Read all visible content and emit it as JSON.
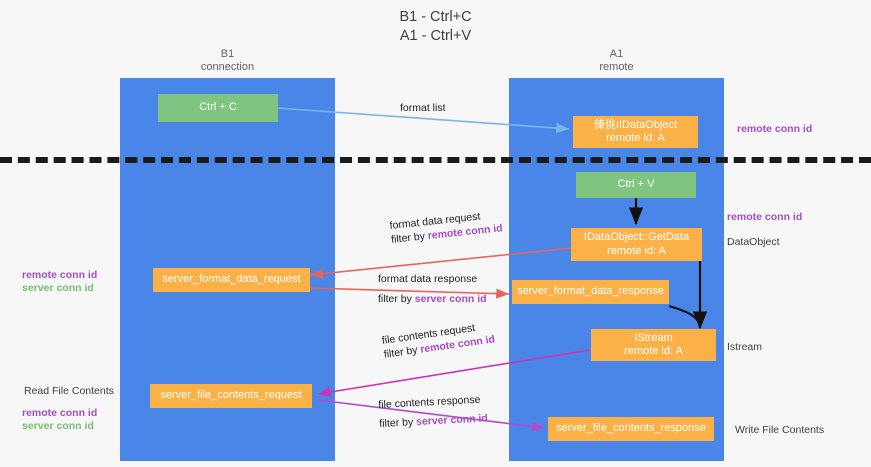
{
  "title": {
    "line1": "B1 - Ctrl+C",
    "line2": "A1 - Ctrl+V"
  },
  "lanes": [
    {
      "id": "b1",
      "name": "B1",
      "subtitle": "connection"
    },
    {
      "id": "a1",
      "name": "A1",
      "subtitle": "remote"
    }
  ],
  "nodes": {
    "ctrl_c": {
      "label": "Ctrl + C",
      "color": "#7fc47f"
    },
    "idataobject": {
      "line1": "倲佻ıIDataObject",
      "line2": "remote id: A",
      "color": "#fbb146"
    },
    "ctrl_v": {
      "label": "Ctrl + V",
      "color": "#7fc47f"
    },
    "getdata": {
      "line1": "IDataObject::GetData",
      "line2": "remote id: A",
      "color": "#fbb146"
    },
    "server_format_data_request": {
      "label": "server_format_data_request",
      "color": "#fbb146"
    },
    "server_format_data_response": {
      "label": "server_format_data_response",
      "color": "#fbb146"
    },
    "istream": {
      "line1": "IStream",
      "line2": "remote id: A",
      "color": "#fbb146"
    },
    "server_file_contents_request": {
      "label": "server_file_contents_request",
      "color": "#fbb146"
    },
    "server_file_contents_response": {
      "label": "server_file_contents_response",
      "color": "#fbb146"
    }
  },
  "arrow_captions": {
    "format_list": {
      "text": "format list",
      "color": "#7eb3e8"
    },
    "format_data_request": {
      "line1": "format data request",
      "line2_prefix": "filter by ",
      "line2_highlight": "remote conn id",
      "color": "#e8645a"
    },
    "format_data_response": {
      "line1": "format data response",
      "line2_prefix": "filter by ",
      "line2_highlight": "server conn id",
      "color": "#e8645a"
    },
    "file_contents_request": {
      "line1": "file contents request",
      "line2_prefix": "filter by ",
      "line2_highlight": "remote conn id",
      "color": "#cc33b5"
    },
    "file_contents_response": {
      "line1": "file contents response",
      "line2_prefix": "filter by ",
      "line2_highlight": "server conn id",
      "color": "#b04bd1"
    }
  },
  "side_labels": {
    "right_remote_conn_id_top": "remote conn id",
    "right_remote_conn_id_mid": "remote conn id",
    "right_dataobject": "DataObject",
    "right_istream": "Istream",
    "right_write_file_contents": "Write File Contents",
    "left_remote_conn_id_mid": "remote conn id",
    "left_server_conn_id_mid": "server conn id",
    "left_read_file_contents": "Read File Contents",
    "left_remote_conn_id_bottom": "remote conn id",
    "left_server_conn_id_bottom": "server conn id"
  },
  "colors": {
    "lane": "#4a86e8",
    "green_box": "#7fc47f",
    "orange_box": "#fbb146",
    "purple_text": "#a64dc4",
    "green_text": "#74bf74",
    "background": "#f7f7f7",
    "divider": "#1b1b1b"
  }
}
